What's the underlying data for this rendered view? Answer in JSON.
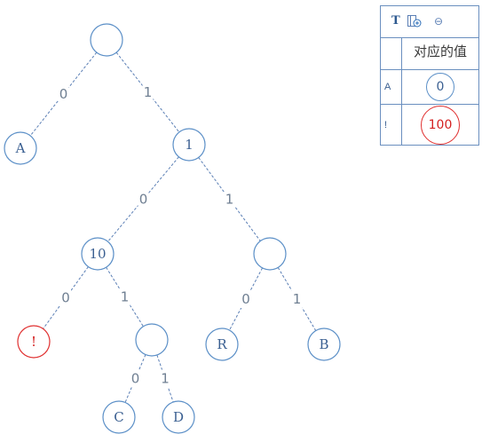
{
  "tree": {
    "nodes": [
      {
        "id": "root",
        "label": ""
      },
      {
        "id": "A",
        "label": "A"
      },
      {
        "id": "n1",
        "label": "1"
      },
      {
        "id": "n10",
        "label": "10"
      },
      {
        "id": "n11",
        "label": ""
      },
      {
        "id": "bang",
        "label": "!",
        "highlight": "red"
      },
      {
        "id": "n101",
        "label": ""
      },
      {
        "id": "R",
        "label": "R"
      },
      {
        "id": "B",
        "label": "B"
      },
      {
        "id": "C",
        "label": "C"
      },
      {
        "id": "D",
        "label": "D"
      }
    ],
    "edges": [
      {
        "from": "root",
        "to": "A",
        "label": "0"
      },
      {
        "from": "root",
        "to": "n1",
        "label": "1"
      },
      {
        "from": "n1",
        "to": "n10",
        "label": "0"
      },
      {
        "from": "n1",
        "to": "n11",
        "label": "1"
      },
      {
        "from": "n10",
        "to": "bang",
        "label": "0"
      },
      {
        "from": "n10",
        "to": "n101",
        "label": "1"
      },
      {
        "from": "n11",
        "to": "R",
        "label": "0"
      },
      {
        "from": "n11",
        "to": "B",
        "label": "1"
      },
      {
        "from": "n101",
        "to": "C",
        "label": "0"
      },
      {
        "from": "n101",
        "to": "D",
        "label": "1"
      }
    ]
  },
  "panel": {
    "tools": {
      "text": "T",
      "add_column": "add-column-icon",
      "remove": "⊖"
    },
    "header": "对应的值",
    "rows": [
      {
        "key": "A",
        "value": "0"
      },
      {
        "key": "!",
        "value": "100",
        "highlight": "red"
      }
    ]
  },
  "colors": {
    "node_stroke": "#5b8fc7",
    "highlight": "#e03030",
    "edge": "#5b7fb5"
  }
}
